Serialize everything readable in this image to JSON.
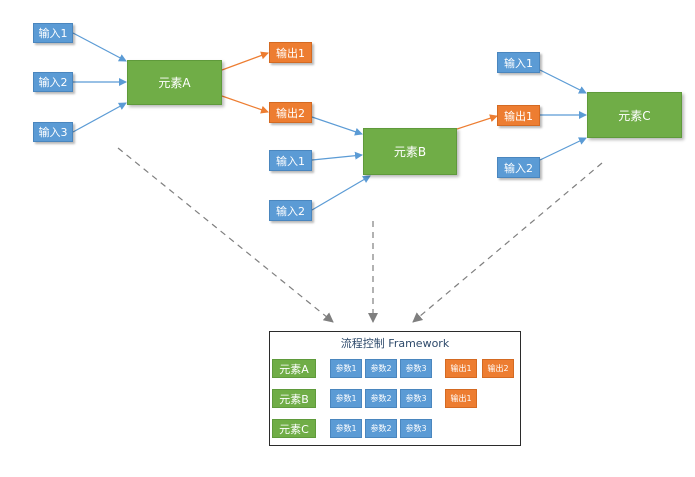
{
  "diagram": {
    "top": {
      "element_a": {
        "label": "元素A",
        "inputs": [
          "输入1",
          "输入2",
          "输入3"
        ],
        "outputs": [
          "输出1",
          "输出2"
        ]
      },
      "element_b": {
        "label": "元素B",
        "inputs": [
          "输入1",
          "输入2"
        ]
      },
      "element_c": {
        "label": "元素C",
        "inputs": [
          "输入1",
          "输出1",
          "输入2"
        ]
      }
    },
    "framework": {
      "title": "流程控制 Framework",
      "rows": [
        {
          "element": "元素A",
          "params": [
            "参数1",
            "参数2",
            "参数3"
          ],
          "outputs": [
            "输出1",
            "输出2"
          ]
        },
        {
          "element": "元素B",
          "params": [
            "参数1",
            "参数2",
            "参数3"
          ],
          "outputs": [
            "输出1"
          ]
        },
        {
          "element": "元素C",
          "params": [
            "参数1",
            "参数2",
            "参数3"
          ],
          "outputs": []
        }
      ]
    },
    "colors": {
      "input": "#5b9bd5",
      "output": "#ed7d31",
      "element": "#70ad47",
      "connector": "#5b9bd5",
      "output_connector": "#ed7d31",
      "dashed_guide": "#7f7f7f",
      "data_flow": "#c00000"
    }
  }
}
